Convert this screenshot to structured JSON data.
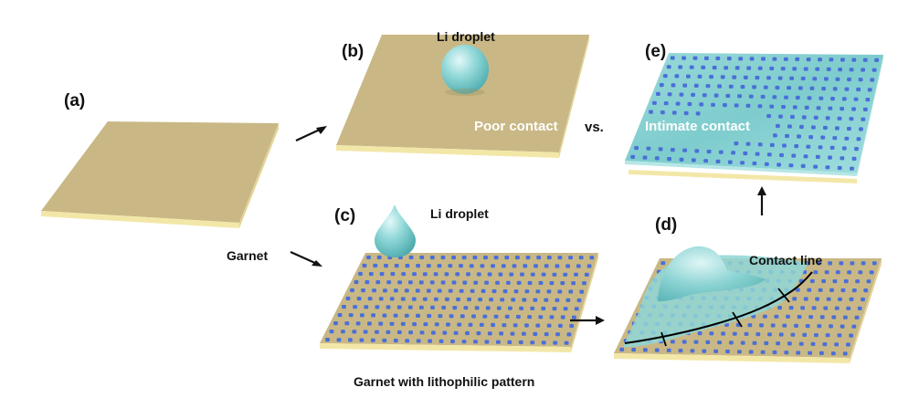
{
  "panels": {
    "a": {
      "letter": "(a)"
    },
    "b": {
      "letter": "(b)",
      "droplet_label": "Li droplet",
      "contact_label": "Poor contact"
    },
    "c": {
      "letter": "(c)",
      "droplet_label": "Li droplet"
    },
    "d": {
      "letter": "(d)",
      "contact_line_label": "Contact line"
    },
    "e": {
      "letter": "(e)",
      "contact_label": "Intimate contact"
    }
  },
  "labels": {
    "garnet": "Garnet",
    "garnet_pattern": "Garnet with lithophilic pattern",
    "versus": "vs."
  },
  "colors": {
    "garnet_top": "#c8b784",
    "garnet_edge": "#f2e6a6",
    "lithium": "#8fd6d6",
    "lithium_highlight": "#d9f4f4",
    "dot": "#4a6fd8",
    "contact_line": "#000000",
    "arrow": "#111111"
  }
}
